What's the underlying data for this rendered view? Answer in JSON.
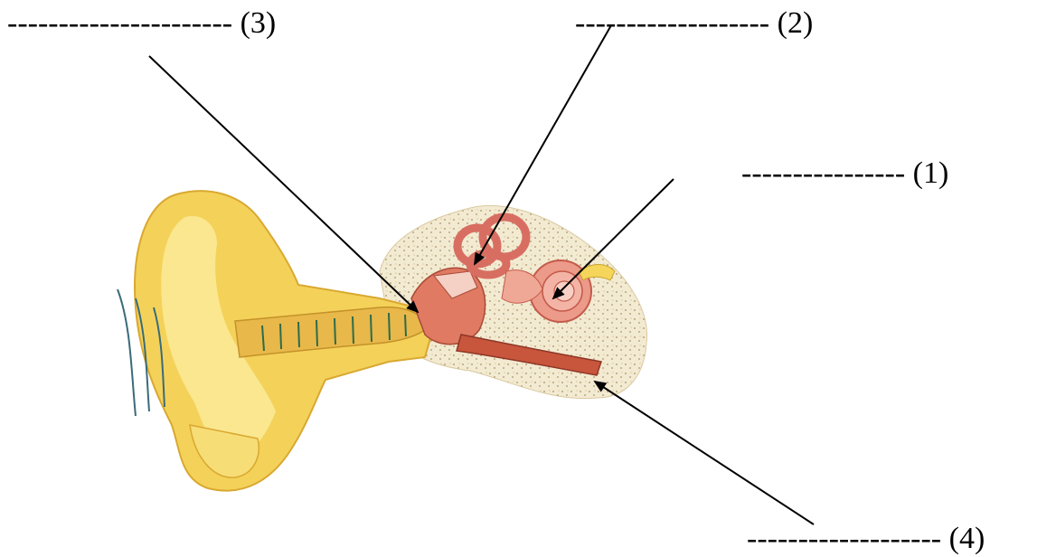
{
  "labels": {
    "label_1": "---------------- (1)",
    "label_2": "------------------- (2)",
    "label_3": "---------------------- (3)",
    "label_4": "------------------- (4)"
  },
  "colors": {
    "outer_ear": "#f4d25a",
    "outer_ear_light": "#fbec9c",
    "canal_stripes": "#2e6b4a",
    "inner_ear": "#e9897a",
    "inner_ear_dark": "#c45a4a",
    "bone_speckle": "#b8a47a",
    "arrow": "#000000"
  }
}
